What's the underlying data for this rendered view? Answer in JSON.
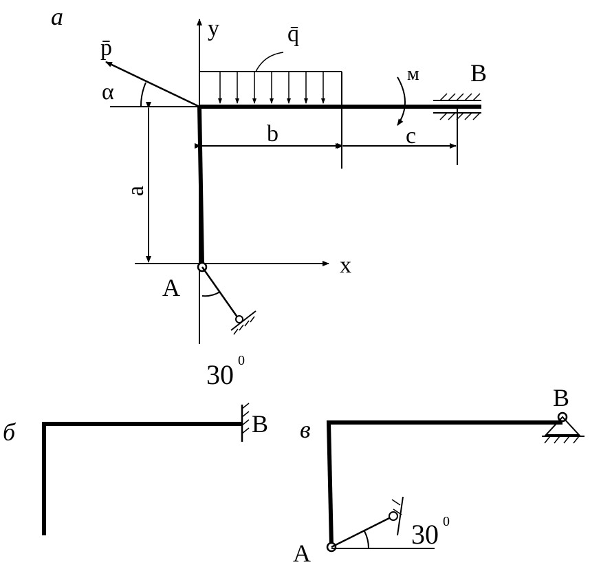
{
  "diagram_a": {
    "panel_label": "а",
    "axis_y": "y",
    "axis_x": "x",
    "force_p": "p̄",
    "load_q": "q̄",
    "angle_alpha": "α",
    "moment_m": "м",
    "support_b": "B",
    "dim_b": "b",
    "dim_c": "c",
    "dim_a": "a",
    "point_a": "A",
    "angle_value": "30",
    "angle_sup": "0"
  },
  "diagram_b": {
    "panel_label": "б",
    "support_b": "B"
  },
  "diagram_v": {
    "panel_label": "в",
    "support_b": "B",
    "point_a": "A",
    "angle_value": "30",
    "angle_sup": "0"
  }
}
